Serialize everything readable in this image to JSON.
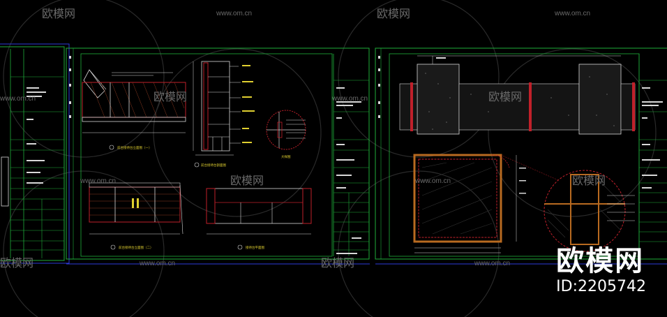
{
  "watermark": {
    "brand_cn": "欧模网",
    "site_url": "www.om.cn"
  },
  "brand_overlay": {
    "logo": "欧模网",
    "id_label": "ID:2205742"
  },
  "drawing": {
    "sheet1_captions": [
      "前台接待台立面图（一）",
      "前台接待台立面图（二）",
      "接待台平面图",
      "大样图",
      "前台接待台剖面图"
    ],
    "colors": {
      "background": "#000000",
      "frame_green": "#1fae3a",
      "frame_blue": "#2c3ad8",
      "section_red": "#c0202a",
      "line_white": "#d8d8d8",
      "hatch_orange": "#b86a20",
      "text_yellow": "#e0d030",
      "watermark": "#6a6a6a"
    }
  }
}
